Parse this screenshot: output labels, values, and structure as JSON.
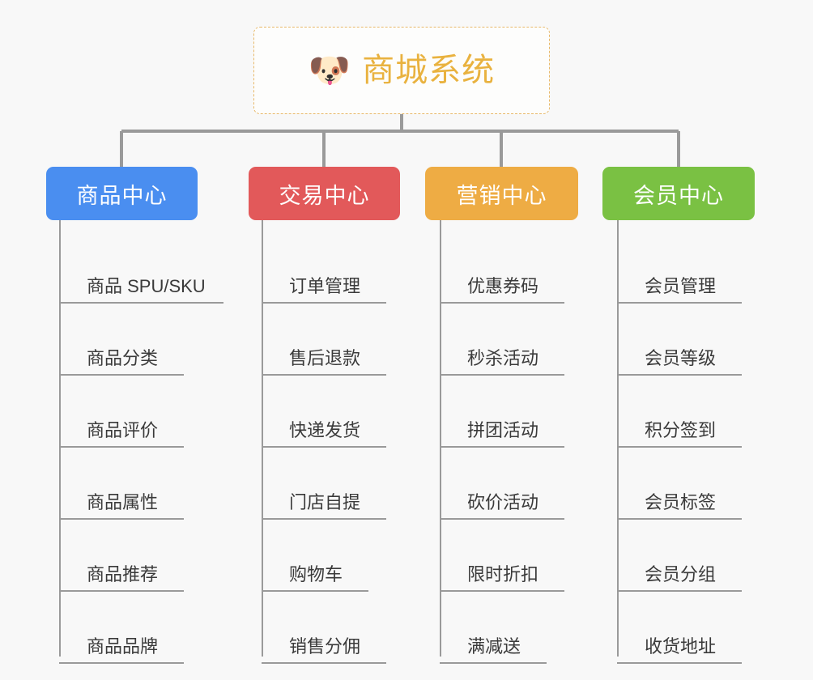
{
  "page": {
    "background_color": "#f8f8f8",
    "line_color": "#9a9a9a",
    "leaf_text_color": "#3a3a3a"
  },
  "root": {
    "icon": "dog-face-icon",
    "icon_glyph": "🐶",
    "title": "商城系统",
    "title_color": "#e9b23f",
    "border_color": "#e8b96a"
  },
  "columns": [
    {
      "id": "product-center",
      "title": "商品中心",
      "color": "#4a8ef0",
      "items": [
        {
          "label": "商品 SPU/SKU",
          "underline_width": 203
        },
        {
          "label": "商品分类",
          "underline_width": 154
        },
        {
          "label": "商品评价",
          "underline_width": 154
        },
        {
          "label": "商品属性",
          "underline_width": 154
        },
        {
          "label": "商品推荐",
          "underline_width": 154
        },
        {
          "label": "商品品牌",
          "underline_width": 154
        }
      ]
    },
    {
      "id": "trade-center",
      "title": "交易中心",
      "color": "#e2595a",
      "items": [
        {
          "label": "订单管理",
          "underline_width": 154
        },
        {
          "label": "售后退款",
          "underline_width": 154
        },
        {
          "label": "快递发货",
          "underline_width": 154
        },
        {
          "label": "门店自提",
          "underline_width": 154
        },
        {
          "label": "购物车",
          "underline_width": 132
        },
        {
          "label": "销售分佣",
          "underline_width": 154
        }
      ]
    },
    {
      "id": "marketing-center",
      "title": "营销中心",
      "color": "#eeac44",
      "items": [
        {
          "label": "优惠券码",
          "underline_width": 154
        },
        {
          "label": "秒杀活动",
          "underline_width": 154
        },
        {
          "label": "拼团活动",
          "underline_width": 154
        },
        {
          "label": "砍价活动",
          "underline_width": 154
        },
        {
          "label": "限时折扣",
          "underline_width": 154
        },
        {
          "label": "满减送",
          "underline_width": 132
        }
      ]
    },
    {
      "id": "member-center",
      "title": "会员中心",
      "color": "#7ac143",
      "items": [
        {
          "label": "会员管理",
          "underline_width": 154
        },
        {
          "label": "会员等级",
          "underline_width": 154
        },
        {
          "label": "积分签到",
          "underline_width": 154
        },
        {
          "label": "会员标签",
          "underline_width": 154
        },
        {
          "label": "会员分组",
          "underline_width": 154
        },
        {
          "label": "收货地址",
          "underline_width": 154
        }
      ]
    }
  ]
}
